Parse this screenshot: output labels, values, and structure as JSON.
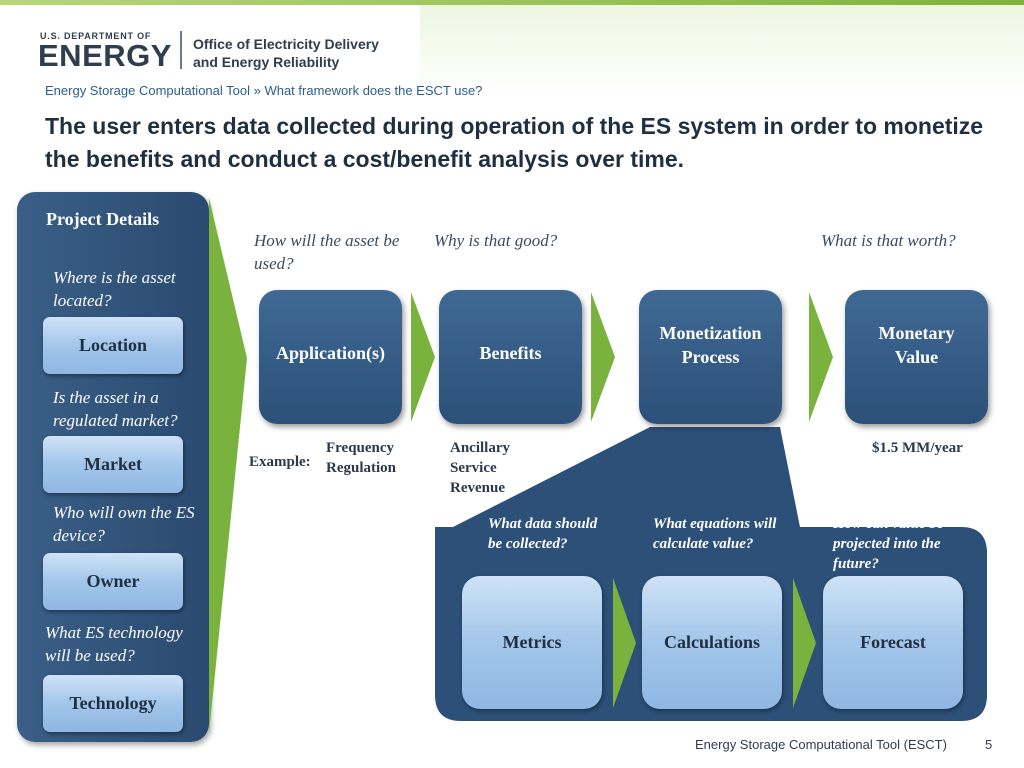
{
  "logo": {
    "dept_small": "U.S. DEPARTMENT OF",
    "dept_big": "ENERGY",
    "office_line1": "Office of Electricity Delivery",
    "office_line2": "and Energy Reliability"
  },
  "breadcrumb": "Energy Storage Computational Tool » What framework does the ESCT use?",
  "title": "The user enters data collected during operation of the ES system in order to monetize the benefits and conduct a cost/benefit analysis over time.",
  "project_details": {
    "heading": "Project Details",
    "items": [
      {
        "question": "Where is the asset located?",
        "button": "Location"
      },
      {
        "question": "Is the asset in a regulated market?",
        "button": "Market"
      },
      {
        "question": "Who will own the ES device?",
        "button": "Owner"
      },
      {
        "question": "What ES technology will be used?",
        "button": "Technology"
      }
    ]
  },
  "flow": {
    "questions": {
      "application": "How will the asset be used?",
      "benefits": "Why is that good?",
      "value": "What is that worth?"
    },
    "boxes": {
      "application": "Application(s)",
      "benefits": "Benefits",
      "monetization": "Monetization Process",
      "value": "Monetary Value"
    },
    "example": {
      "label": "Example:",
      "application": "Frequency Regulation",
      "benefits": "Ancillary Service Revenue",
      "value": "$1.5 MM/year"
    }
  },
  "monetization_detail": {
    "steps": [
      {
        "question": "What data should be collected?",
        "label": "Metrics"
      },
      {
        "question": "What equations will calculate value?",
        "label": "Calculations"
      },
      {
        "question": "How can value be projected into the future?",
        "label": "Forecast"
      }
    ]
  },
  "footer": {
    "text": "Energy Storage Computational Tool (ESCT)",
    "page": "5"
  },
  "colors": {
    "dark_blue": "#2c5078",
    "light_blue": "#a3c6ea",
    "arrow_green": "#7ab23e",
    "title_text": "#1f2f42"
  }
}
